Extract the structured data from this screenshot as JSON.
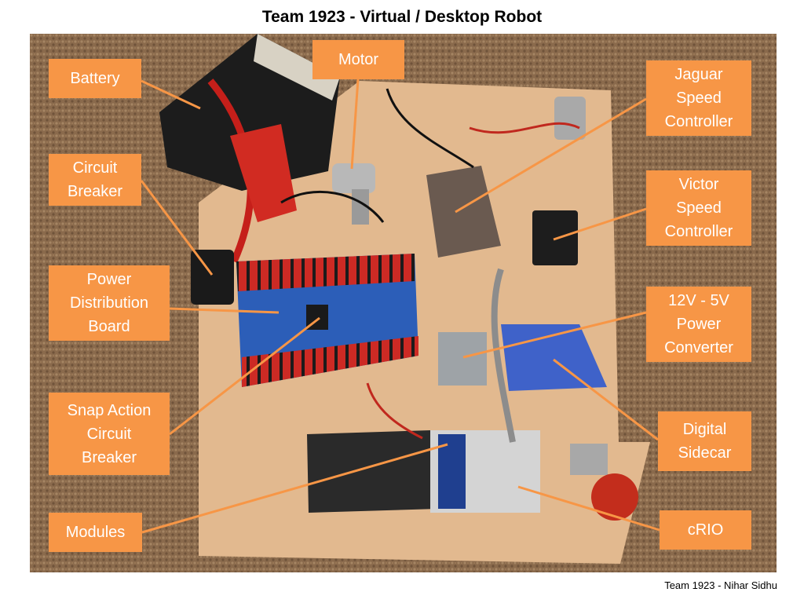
{
  "title": "Team 1923 - Virtual / Desktop Robot",
  "footer": "Team 1923 - Nihar Sidhu",
  "colors": {
    "label_bg": "#f79646",
    "label_text": "#ffffff",
    "leader_line": "#f79646"
  },
  "labels": {
    "battery": "Battery",
    "motor": "Motor",
    "circuit_breaker": "Circuit\nBreaker",
    "power_distribution_board": "Power\nDistribution\nBoard",
    "snap_action_breaker": "Snap Action\nCircuit\nBreaker",
    "modules": "Modules",
    "jaguar": "Jaguar\nSpeed\nController",
    "victor": "Victor\nSpeed\nController",
    "converter": "12V - 5V\nPower\nConverter",
    "sidecar": "Digital\nSidecar",
    "crio": "cRIO"
  }
}
